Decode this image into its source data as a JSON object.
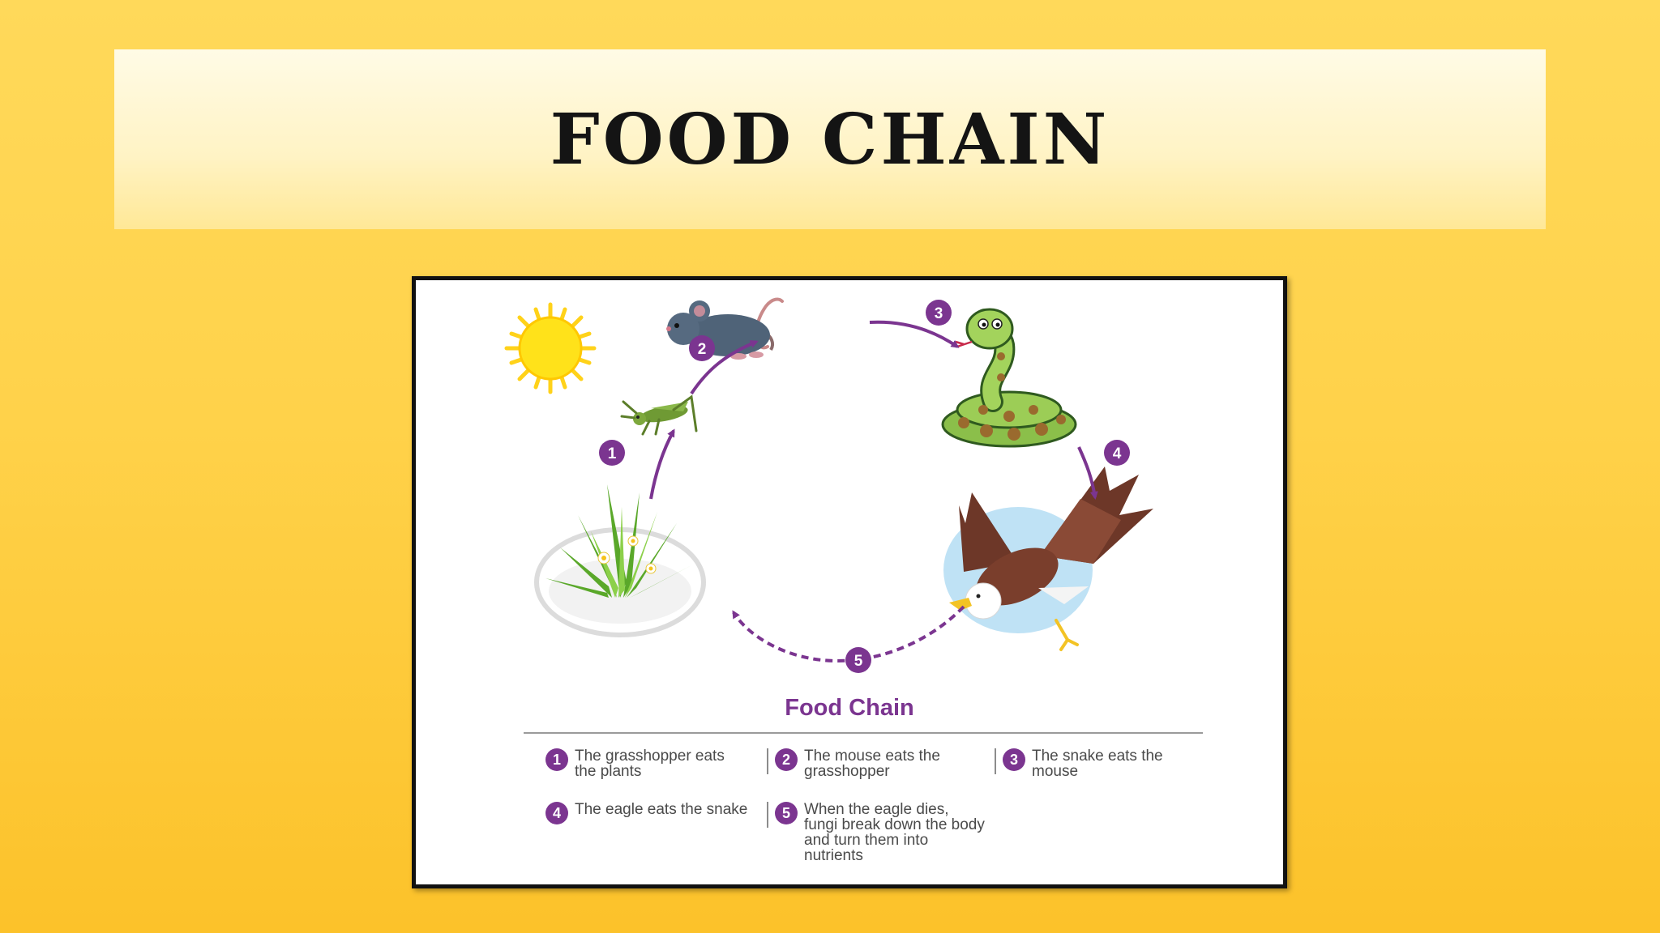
{
  "slide": {
    "title": "Food Chain"
  },
  "diagram": {
    "title": "Food Chain",
    "steps": [
      {
        "number": "1",
        "description": "The grasshopper eats the plants"
      },
      {
        "number": "2",
        "description": "The mouse eats the grasshopper"
      },
      {
        "number": "3",
        "description": "The snake eats the mouse"
      },
      {
        "number": "4",
        "description": "The eagle eats the snake"
      },
      {
        "number": "5",
        "description": "When the eagle dies, fungi break down the body and turn them into nutrients"
      }
    ],
    "icons": [
      "sun-icon",
      "grass-icon",
      "grasshopper-icon",
      "mouse-icon",
      "snake-icon",
      "eagle-icon"
    ],
    "colors": {
      "accent": "#7b3590",
      "background": "#ffd24a",
      "sun": "#ffe21a"
    }
  }
}
